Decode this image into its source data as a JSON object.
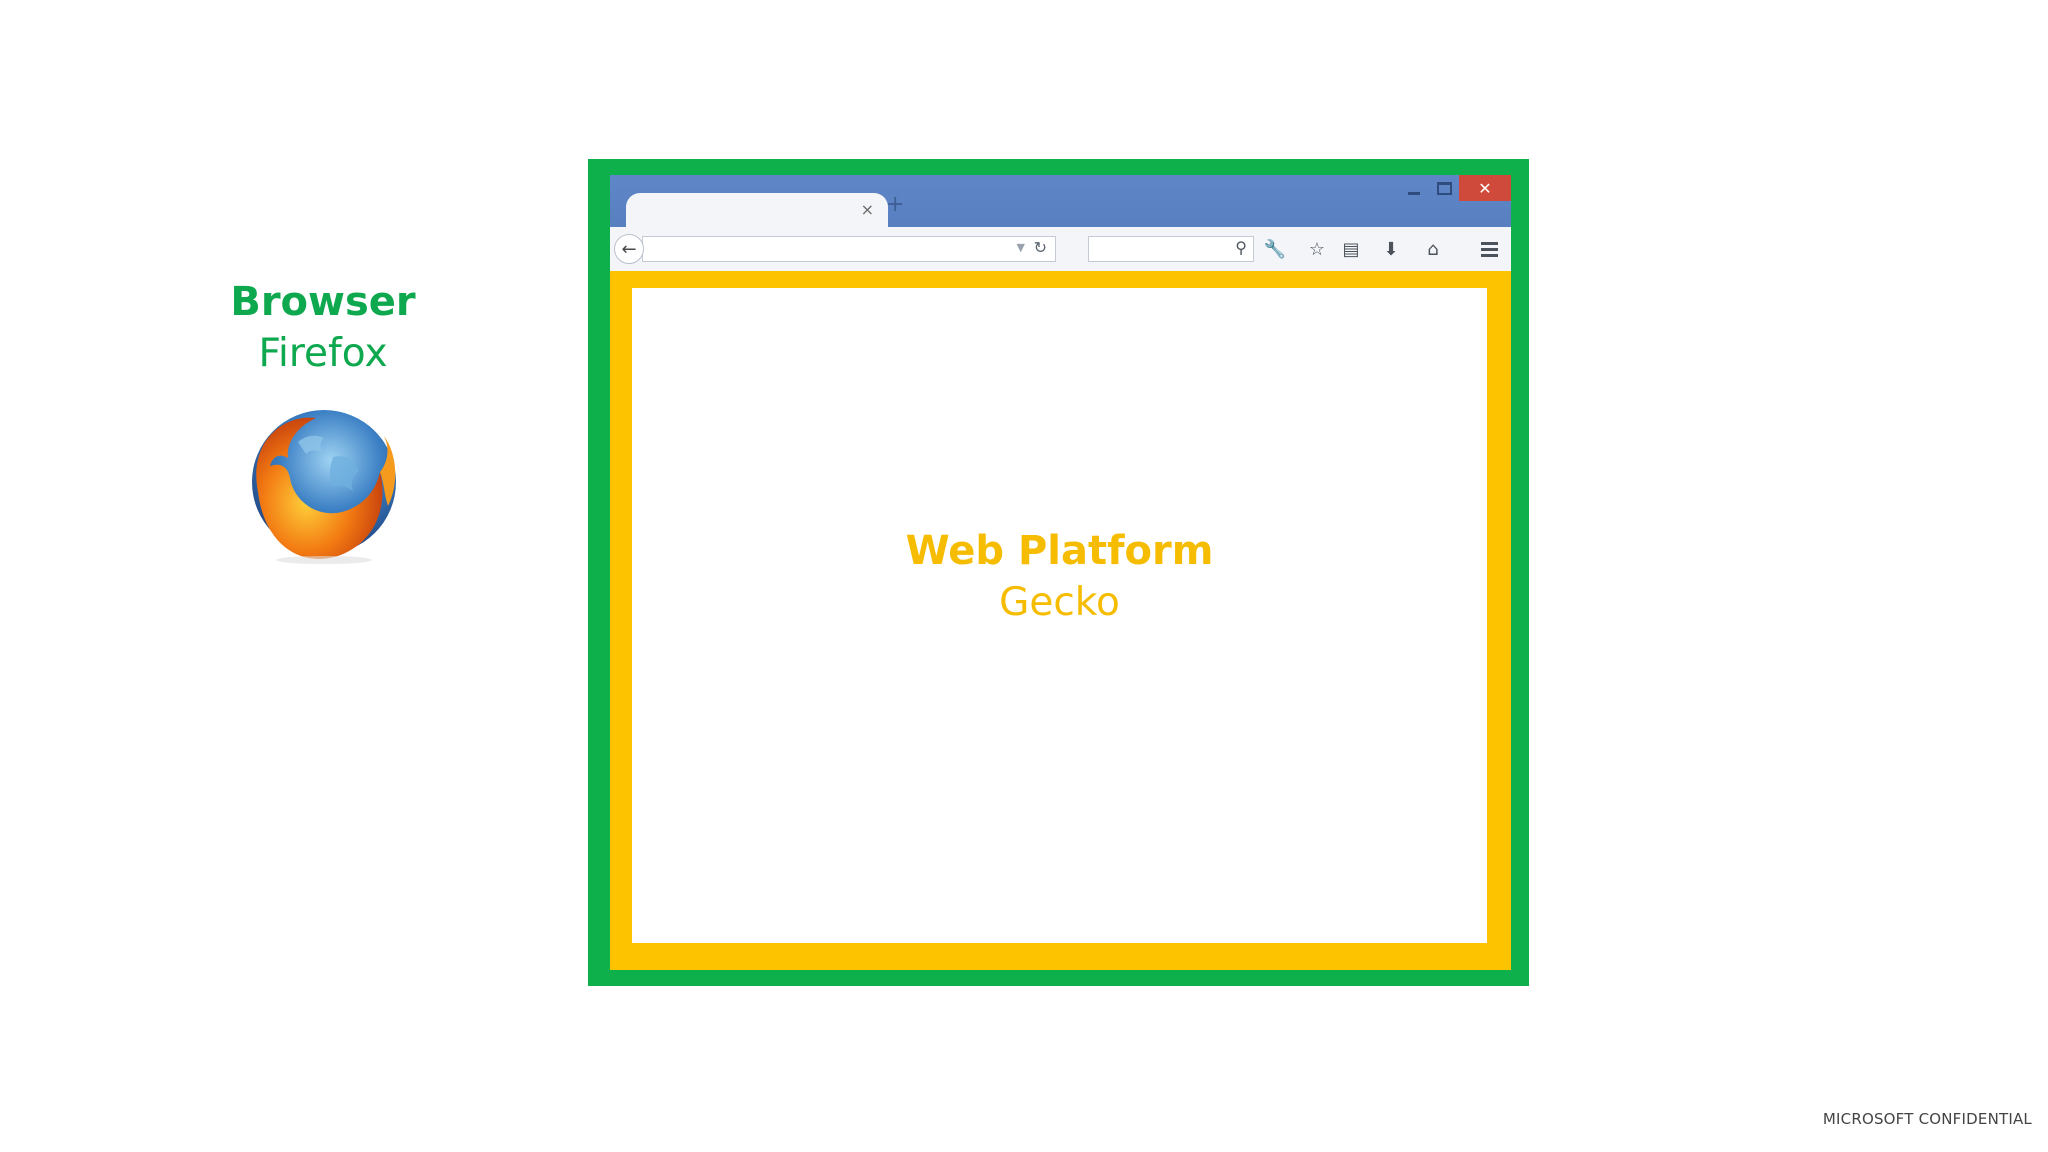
{
  "caption": {
    "title": "Browser",
    "subtitle": "Firefox"
  },
  "logo": {
    "icon": "firefox-logo-icon"
  },
  "browser": {
    "tab_close_label": "×",
    "new_tab_label": "+",
    "window_close_label": "✕",
    "back_icon": "←",
    "url_dropdown_icon": "▼",
    "reload_icon": "↻",
    "search_icon": "⚲",
    "toolbar_icons": {
      "wrench": "🔧",
      "star": "☆",
      "clipboard": "▤",
      "download": "⬇",
      "home": "⌂"
    }
  },
  "platform": {
    "title": "Web Platform",
    "subtitle": "Gecko"
  },
  "footer": {
    "text": "MICROSOFT CONFIDENTIAL"
  },
  "colors": {
    "browser_layer": "#0db04b",
    "platform_layer": "#fdc200",
    "title_bar": "#5a85c4",
    "close_button": "#cf4a3a"
  }
}
